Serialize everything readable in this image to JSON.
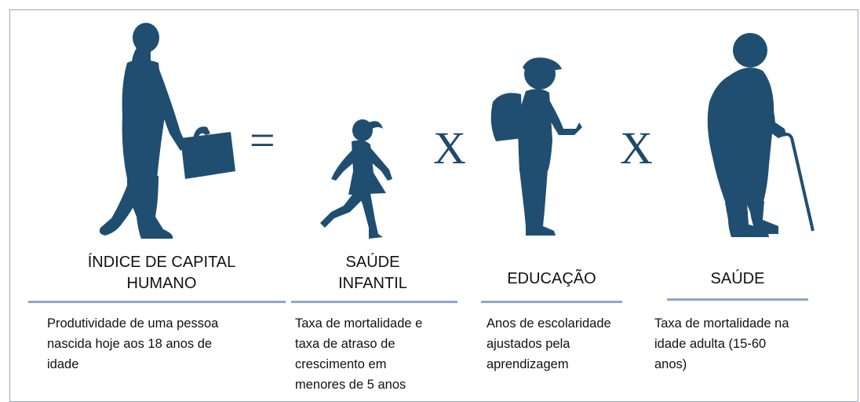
{
  "colors": {
    "silhouette": "#1f4e71",
    "operator": "#1d4a6b",
    "rule": "#8fa7c8",
    "frame": "#9aa9b9"
  },
  "operators": {
    "equals": "=",
    "times_1": "X",
    "times_2": "X"
  },
  "columns": [
    {
      "figure": "woman-with-briefcase-silhouette",
      "title": "ÍNDICE DE CAPITAL\nHUMANO",
      "description": "Produtividade de uma pessoa\nnascida hoje aos 18 anos de\nidade"
    },
    {
      "figure": "running-child-silhouette",
      "title": "SAÚDE\nINFANTIL",
      "description": "Taxa de mortalidade e\ntaxa de atraso de\ncrescimento em\nmenores de 5 anos"
    },
    {
      "figure": "student-with-backpack-silhouette",
      "title": "EDUCAÇÃO",
      "description": "Anos de escolaridade\najustados pela\naprendizagem"
    },
    {
      "figure": "elderly-man-with-cane-silhouette",
      "title": "SAÚDE",
      "description": "Taxa de mortalidade na\nidade adulta (15-60\nanos)"
    }
  ]
}
